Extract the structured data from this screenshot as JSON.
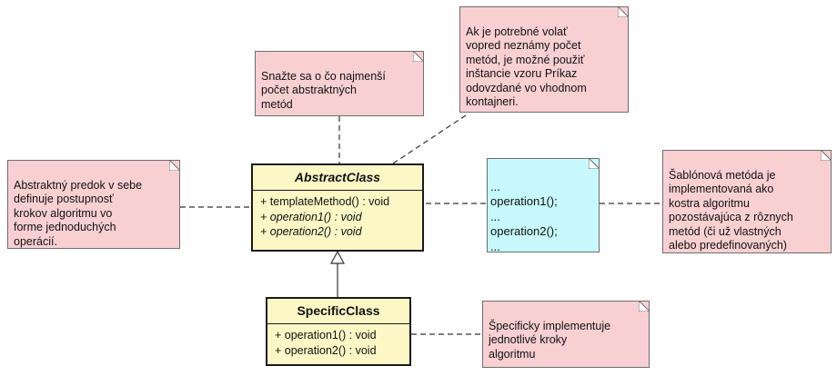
{
  "classes": {
    "abstract": {
      "name": "AbstractClass",
      "operations": [
        "+ templateMethod() : void",
        "+ operation1() : void",
        "+ operation2() : void"
      ]
    },
    "specific": {
      "name": "SpecificClass",
      "operations": [
        "+ operation1() : void",
        "+ operation2() : void"
      ]
    }
  },
  "notes": {
    "left": "Abstraktný predok v sebe\ndefinuje postupnosť\nkrokov algoritmu vo\nforme jednoduchých\noperácií.",
    "top_middle": "Snažte sa o čo najmenší\npočet abstraktných\nmetód",
    "top_right": "Ak je potrebné volať\nvopred neznámy počet\nmetód, je možné použiť\ninštancie vzoru Príkaz\nodovzdané vo vhodnom\nkontajneri.",
    "template_body": "...\noperation1();\n...\noperation2();\n...",
    "right": "Šablónová metóda je\nimplementovaná ako\nkostra algoritmu\npozostávajúca z rôznych\nmetód (či už vlastných\nalebo predefinovaných)",
    "bottom": "Špecificky implementuje\njednotlivé kroky\nalgoritmu"
  },
  "colors": {
    "note_fill": "#f8d0d2",
    "code_note_fill": "#c6f8fc",
    "class_fill": "#fdf7c6",
    "border": "#1a1a1a"
  }
}
